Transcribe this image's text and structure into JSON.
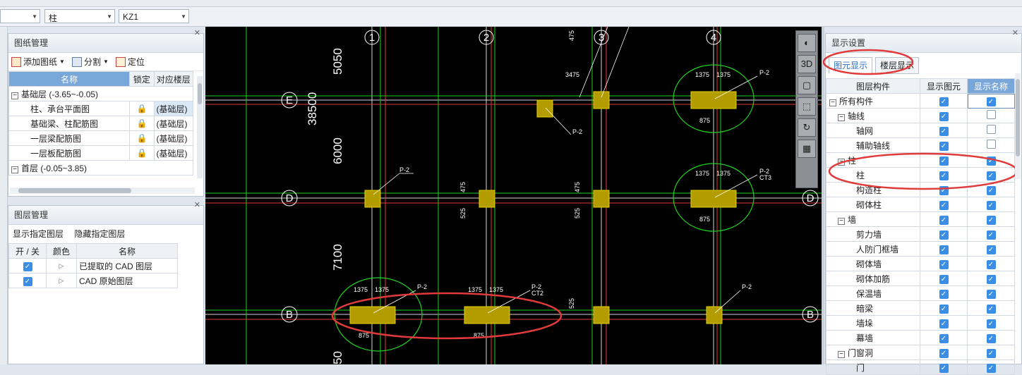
{
  "toolbar": {
    "combo1_value": "",
    "combo2_value": "柱",
    "combo3_value": "KZ1"
  },
  "drawing_panel": {
    "title": "图纸管理",
    "buttons": {
      "add": "添加图纸",
      "split": "分割",
      "locate": "定位"
    },
    "headers": {
      "name": "名称",
      "lock": "锁定",
      "floor": "对应楼层"
    },
    "rows": [
      {
        "type": "group",
        "name": "基础层 (-3.65~-0.05)"
      },
      {
        "type": "item",
        "name": "柱、承台平面图",
        "floor": "(基础层)",
        "selected": true
      },
      {
        "type": "item",
        "name": "基础梁、柱配筋图",
        "floor": "(基础层)"
      },
      {
        "type": "item",
        "name": "一层梁配筋图",
        "floor": "(基础层)"
      },
      {
        "type": "item",
        "name": "一层板配筋图",
        "floor": "(基础层)"
      },
      {
        "type": "group",
        "name": "首层 (-0.05~3.85)"
      }
    ]
  },
  "layer_panel": {
    "title": "图层管理",
    "actions": {
      "show": "显示指定图层",
      "hide": "隐藏指定图层"
    },
    "headers": {
      "onoff": "开 / 关",
      "color": "颜色",
      "name": "名称"
    },
    "rows": [
      {
        "name": "已提取的 CAD 图层"
      },
      {
        "name": "CAD 原始图层"
      }
    ]
  },
  "cad": {
    "axes_top": [
      "1",
      "2",
      "3",
      "4"
    ],
    "axes_side": [
      "E",
      "D",
      "B"
    ],
    "dims": {
      "d1": "5050",
      "d2": "38500",
      "d3": "6000",
      "d4": "7100",
      "d5": "3475",
      "d6": "1375",
      "d7": "875",
      "d8": "475",
      "d9": "525",
      "d10": "50"
    },
    "labels": {
      "p2": "P-2",
      "ct2": "CT2",
      "ct3": "CT3"
    }
  },
  "display_panel": {
    "title": "显示设置",
    "tabs": [
      "图元显示",
      "楼层显示"
    ],
    "headers": {
      "component": "图层构件",
      "show_element": "显示图元",
      "show_name": "显示名称"
    },
    "rows": [
      {
        "level": 0,
        "group": true,
        "name": "所有构件",
        "el": true,
        "nm": true
      },
      {
        "level": 1,
        "group": true,
        "name": "轴线",
        "el": true,
        "nm": false
      },
      {
        "level": 2,
        "group": false,
        "name": "轴网",
        "el": true,
        "nm": false
      },
      {
        "level": 2,
        "group": false,
        "name": "辅助轴线",
        "el": true,
        "nm": false
      },
      {
        "level": 1,
        "group": true,
        "name": "柱",
        "el": true,
        "nm": true
      },
      {
        "level": 2,
        "group": false,
        "name": "柱",
        "el": true,
        "nm": true
      },
      {
        "level": 2,
        "group": false,
        "name": "构造柱",
        "el": true,
        "nm": true
      },
      {
        "level": 2,
        "group": false,
        "name": "砌体柱",
        "el": true,
        "nm": true
      },
      {
        "level": 1,
        "group": true,
        "name": "墙",
        "el": true,
        "nm": true
      },
      {
        "level": 2,
        "group": false,
        "name": "剪力墙",
        "el": true,
        "nm": true
      },
      {
        "level": 2,
        "group": false,
        "name": "人防门框墙",
        "el": true,
        "nm": true
      },
      {
        "level": 2,
        "group": false,
        "name": "砌体墙",
        "el": true,
        "nm": true
      },
      {
        "level": 2,
        "group": false,
        "name": "砌体加筋",
        "el": true,
        "nm": true
      },
      {
        "level": 2,
        "group": false,
        "name": "保温墙",
        "el": true,
        "nm": true
      },
      {
        "level": 2,
        "group": false,
        "name": "暗梁",
        "el": true,
        "nm": true
      },
      {
        "level": 2,
        "group": false,
        "name": "墙垛",
        "el": true,
        "nm": true
      },
      {
        "level": 2,
        "group": false,
        "name": "幕墙",
        "el": true,
        "nm": true
      },
      {
        "level": 1,
        "group": true,
        "name": "门窗洞",
        "el": true,
        "nm": true
      },
      {
        "level": 2,
        "group": false,
        "name": "门",
        "el": true,
        "nm": true
      }
    ]
  },
  "colors": {
    "accent": "#3a8ee6",
    "header_blue": "#7aa7d9",
    "annotation_red": "#e03a3a",
    "cad_bg": "#000000"
  }
}
